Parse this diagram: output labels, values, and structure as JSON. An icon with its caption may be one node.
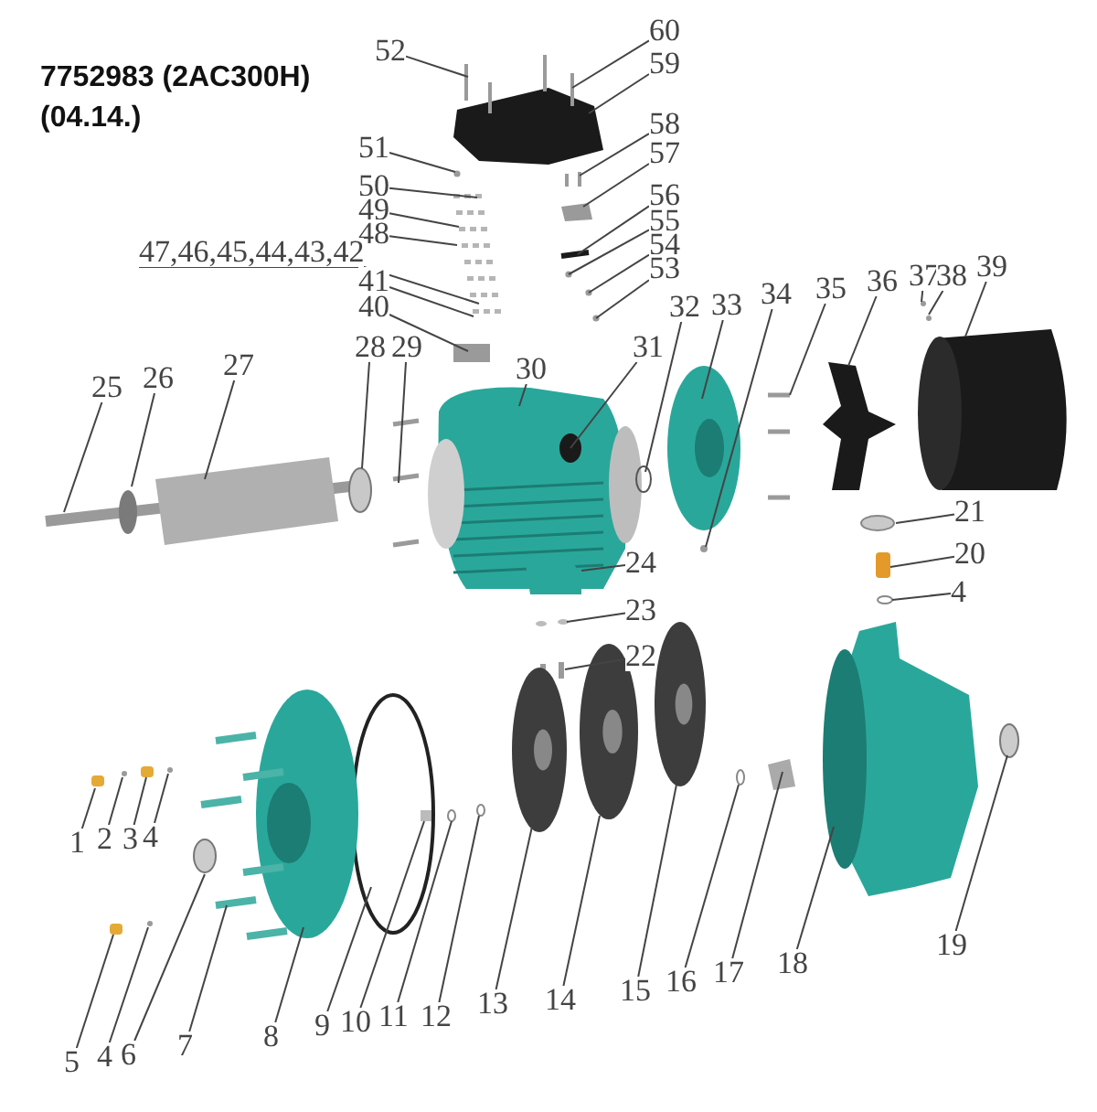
{
  "diagram": {
    "title": "7752983 (2AC300H) (04.14.)",
    "nodes": [
      {
        "text": [
          "52"
        ]
      },
      {
        "text": [
          "60"
        ]
      },
      {
        "text": [
          "59"
        ]
      },
      {
        "text": [
          "58"
        ]
      },
      {
        "text": [
          "57"
        ]
      },
      {
        "text": [
          "51"
        ]
      },
      {
        "text": [
          "56"
        ]
      },
      {
        "text": [
          "50"
        ]
      },
      {
        "text": [
          "55"
        ]
      },
      {
        "text": [
          "49"
        ]
      },
      {
        "text": [
          "54"
        ]
      },
      {
        "text": [
          "48"
        ]
      },
      {
        "text": [
          "53"
        ]
      },
      {
        "text": [
          "47,46,45,44,43,42"
        ]
      },
      {
        "text": [
          "41"
        ]
      },
      {
        "text": [
          "40"
        ]
      },
      {
        "text": [
          "30"
        ]
      },
      {
        "text": [
          "31"
        ]
      },
      {
        "text": [
          "32"
        ]
      },
      {
        "text": [
          "33"
        ]
      },
      {
        "text": [
          "34"
        ]
      },
      {
        "text": [
          "35"
        ]
      },
      {
        "text": [
          "36"
        ]
      },
      {
        "text": [
          "37"
        ]
      },
      {
        "text": [
          "38"
        ]
      },
      {
        "text": [
          "39"
        ]
      },
      {
        "text": [
          "28"
        ]
      },
      {
        "text": [
          "29"
        ]
      },
      {
        "text": [
          "27"
        ]
      },
      {
        "text": [
          "26"
        ]
      },
      {
        "text": [
          "25"
        ]
      },
      {
        "text": [
          "21"
        ]
      },
      {
        "text": [
          "20"
        ]
      },
      {
        "text": [
          "4"
        ]
      },
      {
        "text": [
          "24"
        ]
      },
      {
        "text": [
          "23"
        ]
      },
      {
        "text": [
          "22"
        ]
      },
      {
        "text": [
          "1"
        ]
      },
      {
        "text": [
          "2"
        ]
      },
      {
        "text": [
          "3"
        ]
      },
      {
        "text": [
          "4"
        ]
      },
      {
        "text": [
          "5"
        ]
      },
      {
        "text": [
          "4"
        ]
      },
      {
        "text": [
          "6"
        ]
      },
      {
        "text": [
          "7"
        ]
      },
      {
        "text": [
          "8"
        ]
      },
      {
        "text": [
          "9"
        ]
      },
      {
        "text": [
          "10"
        ]
      },
      {
        "text": [
          "11"
        ]
      },
      {
        "text": [
          "12"
        ]
      },
      {
        "text": [
          "13"
        ]
      },
      {
        "text": [
          "14"
        ]
      },
      {
        "text": [
          "15"
        ]
      },
      {
        "text": [
          "16"
        ]
      },
      {
        "text": [
          "17"
        ]
      },
      {
        "text": [
          "18"
        ]
      },
      {
        "text": [
          "19"
        ]
      }
    ],
    "edges": [
      {
        "from": 0,
        "to": null,
        "arrow": "none"
      },
      {
        "from": 1,
        "to": null,
        "arrow": "none"
      },
      {
        "from": 2,
        "to": null,
        "arrow": "none"
      },
      {
        "from": 3,
        "to": null,
        "arrow": "none"
      },
      {
        "from": 4,
        "to": null,
        "arrow": "none"
      },
      {
        "from": 5,
        "to": null,
        "arrow": "none"
      },
      {
        "from": 6,
        "to": null,
        "arrow": "none"
      },
      {
        "from": 7,
        "to": null,
        "arrow": "none"
      },
      {
        "from": 8,
        "to": null,
        "arrow": "none"
      },
      {
        "from": 9,
        "to": null,
        "arrow": "none"
      },
      {
        "from": 10,
        "to": null,
        "arrow": "none"
      },
      {
        "from": 11,
        "to": null,
        "arrow": "none"
      },
      {
        "from": 12,
        "to": null,
        "arrow": "none"
      },
      {
        "from": 13,
        "to": null,
        "arrow": "none"
      },
      {
        "from": 14,
        "to": null,
        "arrow": "none"
      },
      {
        "from": 15,
        "to": null,
        "arrow": "none"
      },
      {
        "from": 16,
        "to": null,
        "arrow": "none"
      },
      {
        "from": 17,
        "to": null,
        "arrow": "none"
      },
      {
        "from": 18,
        "to": null,
        "arrow": "none"
      },
      {
        "from": 19,
        "to": null,
        "arrow": "none"
      },
      {
        "from": 20,
        "to": null,
        "arrow": "none"
      },
      {
        "from": 21,
        "to": null,
        "arrow": "none"
      },
      {
        "from": 22,
        "to": null,
        "arrow": "none"
      },
      {
        "from": 23,
        "to": null,
        "arrow": "none"
      },
      {
        "from": 24,
        "to": null,
        "arrow": "none"
      },
      {
        "from": 25,
        "to": null,
        "arrow": "none"
      },
      {
        "from": 26,
        "to": null,
        "arrow": "none"
      },
      {
        "from": 27,
        "to": null,
        "arrow": "none"
      },
      {
        "from": 28,
        "to": null,
        "arrow": "none"
      },
      {
        "from": 29,
        "to": null,
        "arrow": "none"
      },
      {
        "from": 30,
        "to": null,
        "arrow": "none"
      },
      {
        "from": 31,
        "to": null,
        "arrow": "none"
      },
      {
        "from": 32,
        "to": null,
        "arrow": "none"
      },
      {
        "from": 33,
        "to": null,
        "arrow": "none"
      },
      {
        "from": 34,
        "to": null,
        "arrow": "none"
      },
      {
        "from": 35,
        "to": null,
        "arrow": "none"
      },
      {
        "from": 36,
        "to": null,
        "arrow": "none"
      },
      {
        "from": 37,
        "to": null,
        "arrow": "none"
      },
      {
        "from": 38,
        "to": null,
        "arrow": "none"
      },
      {
        "from": 39,
        "to": null,
        "arrow": "none"
      },
      {
        "from": 40,
        "to": null,
        "arrow": "none"
      },
      {
        "from": 41,
        "to": null,
        "arrow": "none"
      },
      {
        "from": 42,
        "to": null,
        "arrow": "none"
      },
      {
        "from": 43,
        "to": null,
        "arrow": "none"
      },
      {
        "from": 44,
        "to": null,
        "arrow": "none"
      },
      {
        "from": 45,
        "to": null,
        "arrow": "none"
      },
      {
        "from": 46,
        "to": null,
        "arrow": "none"
      },
      {
        "from": 47,
        "to": null,
        "arrow": "none"
      },
      {
        "from": 48,
        "to": null,
        "arrow": "none"
      },
      {
        "from": 49,
        "to": null,
        "arrow": "none"
      },
      {
        "from": 50,
        "to": null,
        "arrow": "none"
      },
      {
        "from": 51,
        "to": null,
        "arrow": "none"
      },
      {
        "from": 52,
        "to": null,
        "arrow": "none"
      },
      {
        "from": 53,
        "to": null,
        "arrow": "none"
      },
      {
        "from": 54,
        "to": null,
        "arrow": "none"
      },
      {
        "from": 55,
        "to": null,
        "arrow": "none"
      },
      {
        "from": 56,
        "to": null,
        "arrow": "none"
      }
    ]
  }
}
